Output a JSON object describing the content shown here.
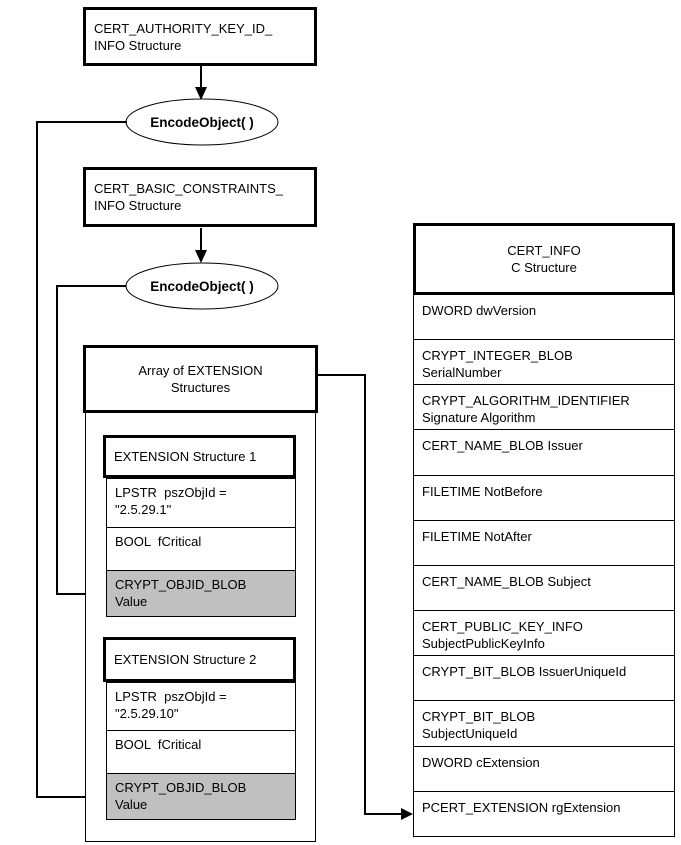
{
  "diagram": {
    "colors": {
      "line": "#000000",
      "shaded_cell": "#c0c0c0",
      "background": "#ffffff"
    },
    "flow": {
      "authority_box": {
        "line1": "CERT_AUTHORITY_KEY_ID_",
        "line2": "INFO Structure"
      },
      "encode1_label": "EncodeObject( )",
      "basic_constraints_box": {
        "line1": "CERT_BASIC_CONSTRAINTS_",
        "line2": "INFO Structure"
      },
      "encode2_label": "EncodeObject( )",
      "array_box": {
        "line1": "Array of EXTENSION",
        "line2": "Structures"
      }
    },
    "extension1": {
      "title": "EXTENSION Structure 1",
      "fields": [
        {
          "line1": "LPSTR  pszObjId =",
          "line2": "\"2.5.29.1\""
        },
        {
          "line1": "BOOL  fCritical",
          "line2": ""
        },
        {
          "line1": "CRYPT_OBJID_BLOB",
          "line2": "Value"
        }
      ]
    },
    "extension2": {
      "title": "EXTENSION Structure 2",
      "fields": [
        {
          "line1": "LPSTR  pszObjId =",
          "line2": "\"2.5.29.10\""
        },
        {
          "line1": "BOOL  fCritical",
          "line2": ""
        },
        {
          "line1": "CRYPT_OBJID_BLOB",
          "line2": "Value"
        }
      ]
    },
    "cert_info_table": {
      "title_line1": "CERT_INFO",
      "title_line2": "C Structure",
      "rows": [
        {
          "line1": "DWORD dwVersion",
          "line2": ""
        },
        {
          "line1": "CRYPT_INTEGER_BLOB",
          "line2": "SerialNumber"
        },
        {
          "line1": "CRYPT_ALGORITHM_IDENTIFIER",
          "line2": "Signature Algorithm"
        },
        {
          "line1": "CERT_NAME_BLOB Issuer",
          "line2": ""
        },
        {
          "line1": "FILETIME NotBefore",
          "line2": ""
        },
        {
          "line1": "FILETIME NotAfter",
          "line2": ""
        },
        {
          "line1": "CERT_NAME_BLOB Subject",
          "line2": ""
        },
        {
          "line1": "CERT_PUBLIC_KEY_INFO",
          "line2": "SubjectPublicKeyInfo"
        },
        {
          "line1": "CRYPT_BIT_BLOB IssuerUniqueId",
          "line2": ""
        },
        {
          "line1": "CRYPT_BIT_BLOB",
          "line2": "SubjectUniqueId"
        },
        {
          "line1": "DWORD cExtension",
          "line2": ""
        },
        {
          "line1": "PCERT_EXTENSION rgExtension",
          "line2": ""
        }
      ]
    }
  }
}
